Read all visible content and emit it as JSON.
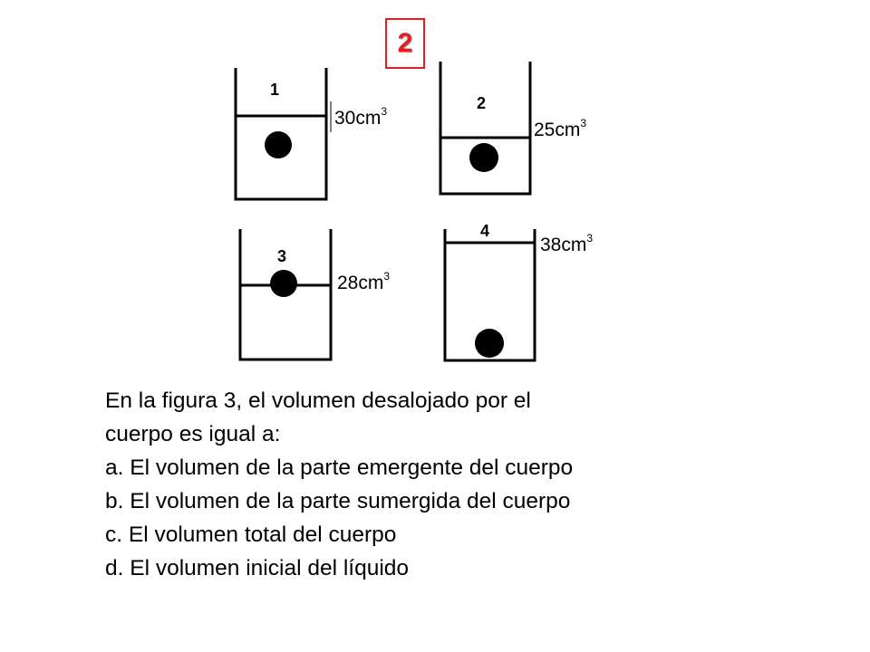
{
  "badge": {
    "label": "2",
    "border_color": "#e41f1f",
    "text_color": "#e41f1f"
  },
  "containers": [
    {
      "number": "1",
      "volume_value": "30cm",
      "volume_exponent": "3"
    },
    {
      "number": "2",
      "volume_value": "25cm",
      "volume_exponent": "3"
    },
    {
      "number": "3",
      "volume_value": "28cm",
      "volume_exponent": "3"
    },
    {
      "number": "4",
      "volume_value": "38cm",
      "volume_exponent": "3"
    }
  ],
  "question": {
    "stem_line1": "En la figura 3, el volumen desalojado por el",
    "stem_line2": "cuerpo es igual a:",
    "options": [
      "a. El volumen de la parte emergente del cuerpo",
      "b. El volumen de la parte sumergida del cuerpo",
      "c. El volumen total del cuerpo",
      "d. El volumen inicial del líquido"
    ]
  }
}
